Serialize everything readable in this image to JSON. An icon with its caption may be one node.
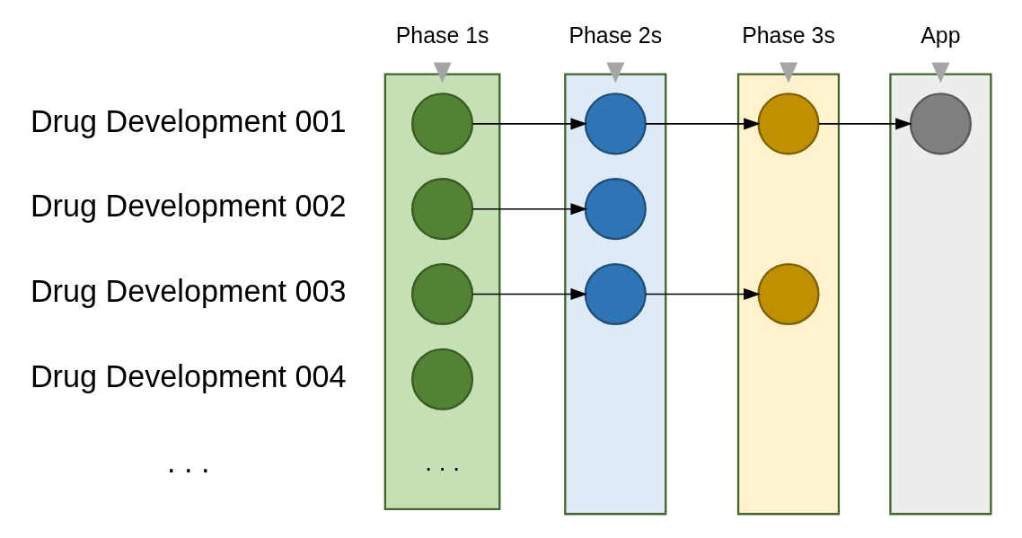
{
  "diagram": {
    "nodes": [
      {
        "text": [
          "Phase 1s"
        ]
      },
      {
        "text": [],
        "shape": "box"
      },
      {
        "text": [],
        "shape": "circle",
        "in": 1
      },
      {
        "text": [],
        "shape": "circle",
        "in": 1
      },
      {
        "text": [],
        "shape": "circle",
        "in": 1
      },
      {
        "text": [],
        "shape": "circle",
        "in": 1
      },
      {
        "text": [
          ". . ."
        ],
        "in": 1
      },
      {
        "text": [
          "Phase 2s"
        ]
      },
      {
        "text": [],
        "shape": "box"
      },
      {
        "text": [],
        "shape": "circle",
        "in": 8
      },
      {
        "text": [],
        "shape": "circle",
        "in": 8
      },
      {
        "text": [],
        "shape": "circle",
        "in": 8
      },
      {
        "text": [
          "Phase 3s"
        ]
      },
      {
        "text": [],
        "shape": "box"
      },
      {
        "text": [],
        "shape": "circle",
        "in": 13
      },
      {
        "text": [],
        "shape": "circle",
        "in": 13
      },
      {
        "text": [
          "App"
        ]
      },
      {
        "text": [],
        "shape": "box"
      },
      {
        "text": [],
        "shape": "circle",
        "in": 17
      }
    ],
    "edges": [
      {
        "from": 0,
        "to": 1,
        "arrow": "to",
        "style": "thick",
        "color": "#a5a5a5"
      },
      {
        "from": 7,
        "to": 8,
        "arrow": "to",
        "style": "thick",
        "color": "#a5a5a5"
      },
      {
        "from": 12,
        "to": 13,
        "arrow": "to",
        "style": "thick",
        "color": "#a5a5a5"
      },
      {
        "from": 16,
        "to": 17,
        "arrow": "to",
        "style": "thick",
        "color": "#a5a5a5"
      },
      {
        "from": 2,
        "to": 9,
        "arrow": "to"
      },
      {
        "from": 9,
        "to": 14,
        "arrow": "to"
      },
      {
        "from": 14,
        "to": 18,
        "arrow": "to"
      },
      {
        "from": 3,
        "to": 10,
        "arrow": "to"
      },
      {
        "from": 4,
        "to": 11,
        "arrow": "to"
      },
      {
        "from": 11,
        "to": 15,
        "arrow": "to"
      }
    ],
    "labels": [
      "Drug Development 001",
      "Drug Development 002",
      "Drug Development 003",
      "Drug Development 004",
      ". . ."
    ]
  }
}
